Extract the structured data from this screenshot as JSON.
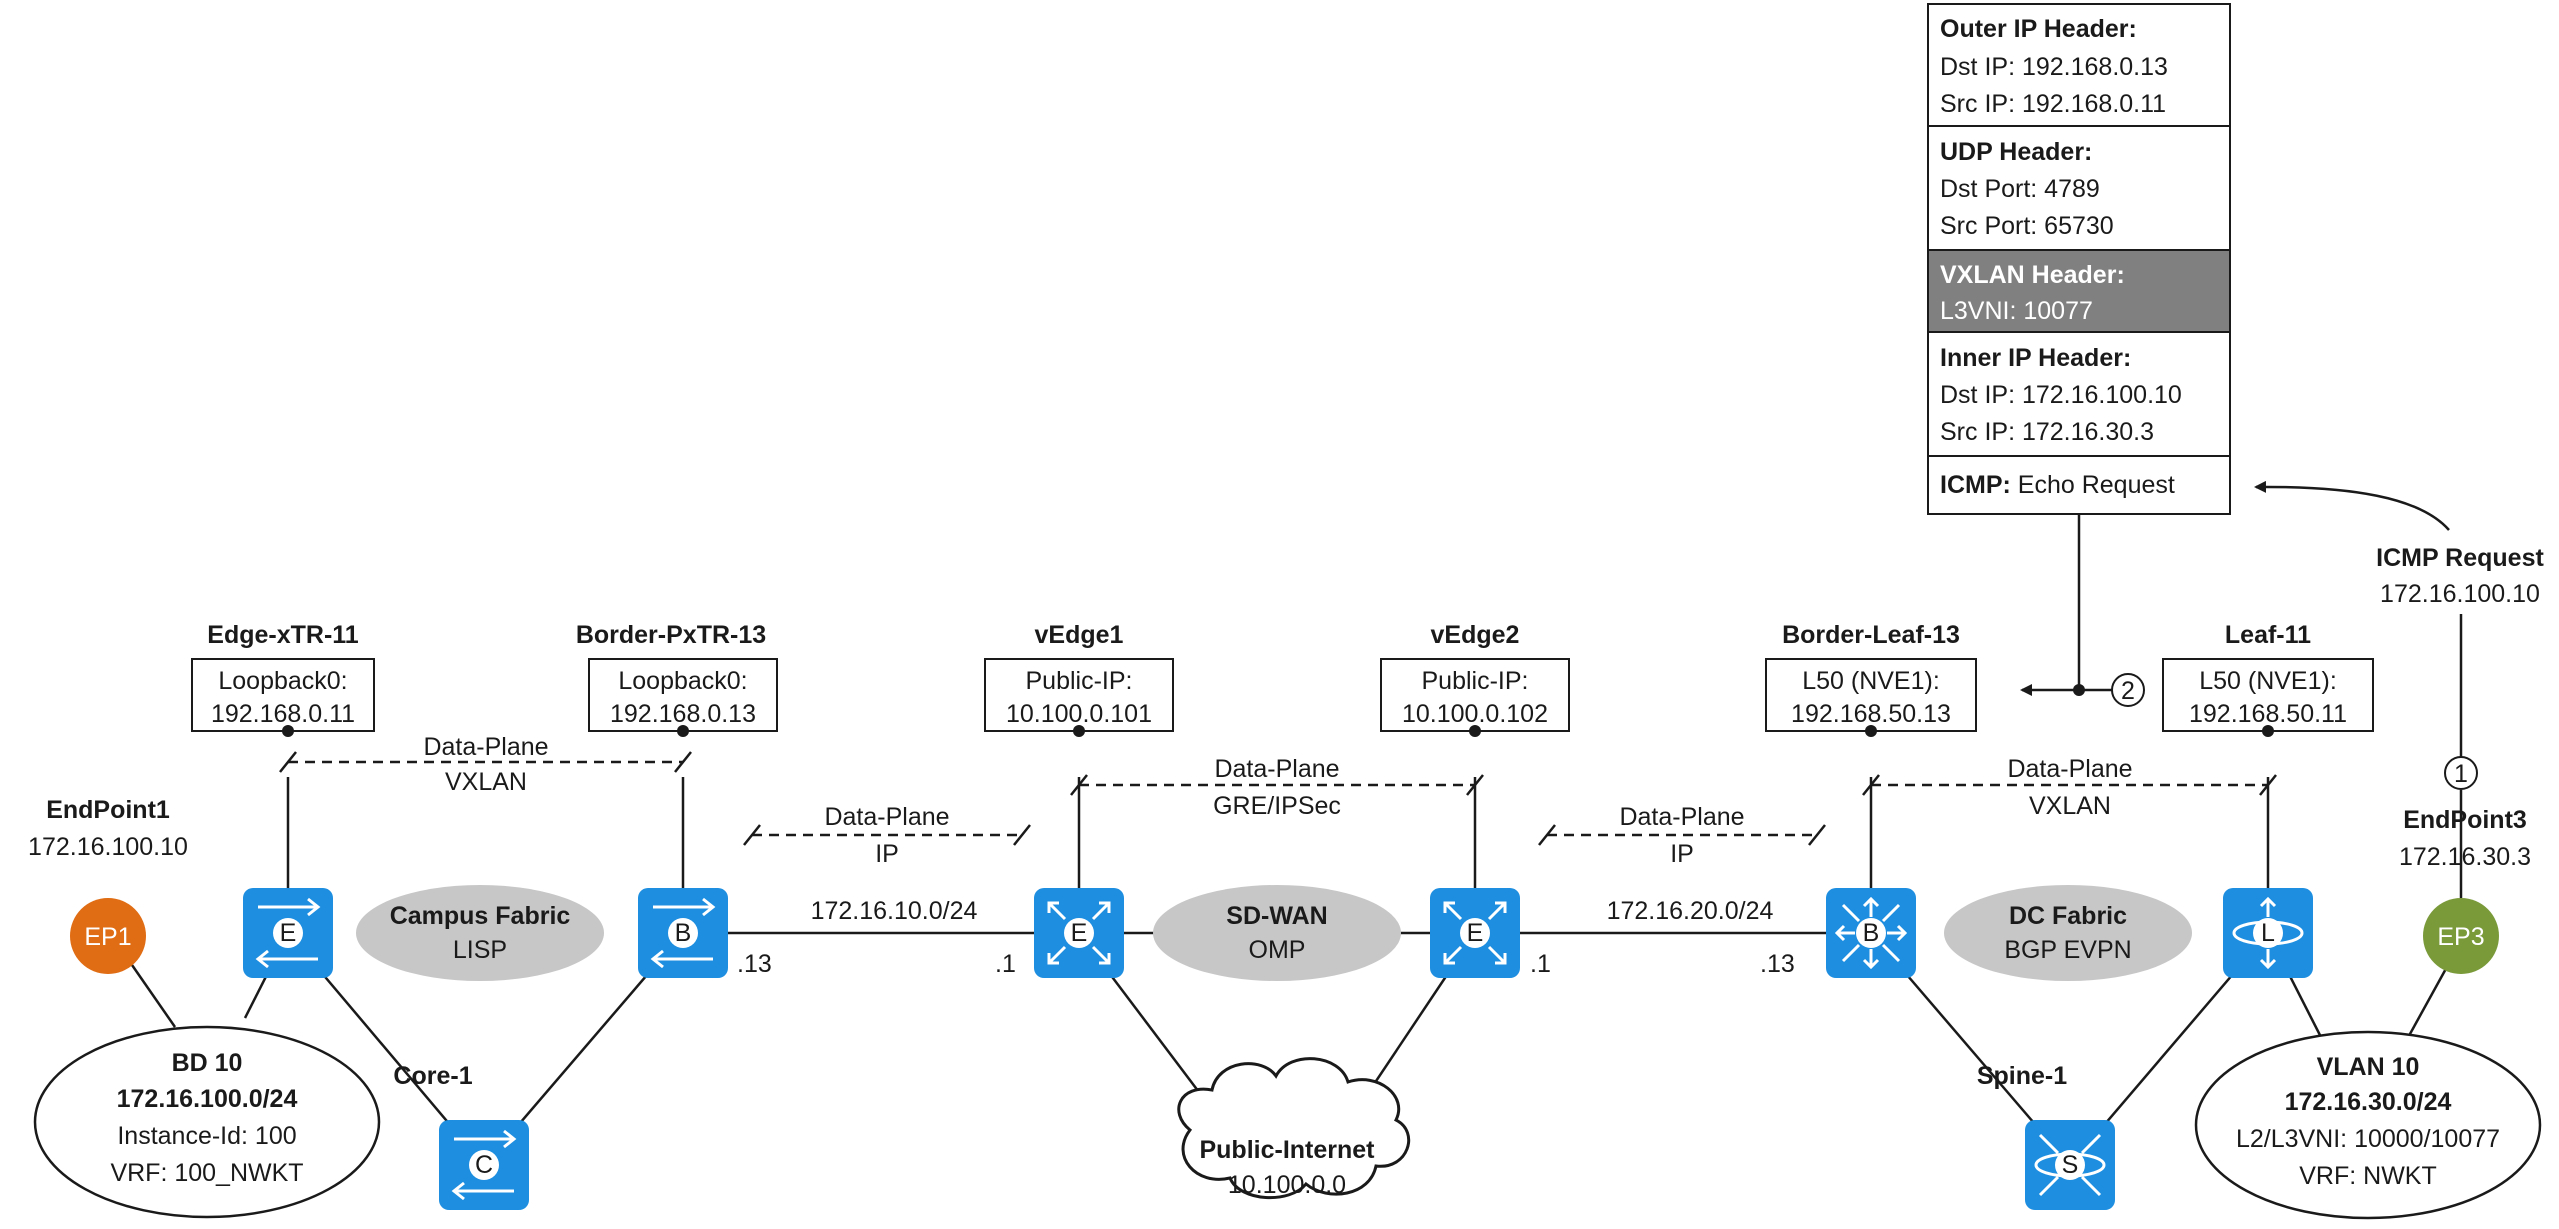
{
  "colors": {
    "device": "#1d8ee0",
    "fabric": "#c7c7c7",
    "vxlan_header": "#808080",
    "ep1": "#e06c13",
    "ep3": "#7a9a3a"
  },
  "devices": {
    "edge_xtr": {
      "name": "Edge-xTR-11",
      "box": [
        "Loopback0:",
        "192.168.0.11"
      ],
      "letter": "E"
    },
    "border_pxtr": {
      "name": "Border-PxTR-13",
      "box": [
        "Loopback0:",
        "192.168.0.13"
      ],
      "letter": "B"
    },
    "vedge1": {
      "name": "vEdge1",
      "box": [
        "Public-IP:",
        "10.100.0.101"
      ],
      "letter": "E"
    },
    "vedge2": {
      "name": "vEdge2",
      "box": [
        "Public-IP:",
        "10.100.0.102"
      ],
      "letter": "E"
    },
    "border_leaf": {
      "name": "Border-Leaf-13",
      "box": [
        "L50 (NVE1):",
        "192.168.50.13"
      ],
      "letter": "B"
    },
    "leaf11": {
      "name": "Leaf-11",
      "box": [
        "L50 (NVE1):",
        "192.168.50.11"
      ],
      "letter": "L"
    },
    "core1": {
      "name": "Core-1",
      "letter": "C"
    },
    "spine1": {
      "name": "Spine-1",
      "letter": "S"
    }
  },
  "data_planes": {
    "campus": [
      "Data-Plane",
      "VXLAN"
    ],
    "ip_left": [
      "Data-Plane",
      "IP"
    ],
    "sdwan": [
      "Data-Plane",
      "GRE/IPSec"
    ],
    "ip_right": [
      "Data-Plane",
      "IP"
    ],
    "dc": [
      "Data-Plane",
      "VXLAN"
    ]
  },
  "fabrics": {
    "campus": {
      "title": "Campus Fabric",
      "sub": "LISP"
    },
    "sdwan": {
      "title": "SD-WAN",
      "sub": "OMP"
    },
    "dc": {
      "title": "DC Fabric",
      "sub": "BGP EVPN"
    }
  },
  "links": {
    "net_left": "172.16.10.0/24",
    "left_a": ".13",
    "left_b": ".1",
    "net_right": "172.16.20.0/24",
    "right_a": ".1",
    "right_b": ".13"
  },
  "endpoints": {
    "ep1": {
      "name": "EndPoint1",
      "ip": "172.16.100.10",
      "label": "EP1"
    },
    "ep3": {
      "name": "EndPoint3",
      "ip": "172.16.30.3",
      "label": "EP3"
    }
  },
  "bd10": {
    "title": "BD 10",
    "subnet": "172.16.100.0/24",
    "line1": "Instance-Id: 100",
    "line2": "VRF: 100_NWKT"
  },
  "vlan10": {
    "title": "VLAN 10",
    "subnet": "172.16.30.0/24",
    "line1": "L2/L3VNI: 10000/10077",
    "line2": "VRF: NWKT"
  },
  "internet": {
    "name": "Public-Internet",
    "ip": "10.100.0.0"
  },
  "icmp_request": {
    "title": "ICMP Request",
    "ip": "172.16.100.10"
  },
  "steps": [
    "1",
    "2"
  ],
  "packet": {
    "outer_title": "Outer IP Header:",
    "outer_dst": "Dst IP: 192.168.0.13",
    "outer_src": "Src IP: 192.168.0.11",
    "udp_title": "UDP Header:",
    "udp_dst": "Dst Port: 4789",
    "udp_src": "Src Port: 65730",
    "vxlan_title": "VXLAN Header:",
    "vxlan_vni": "L3VNI: 10077",
    "inner_title": "Inner IP Header:",
    "inner_dst": "Dst IP: 172.16.100.10",
    "inner_src": "Src IP: 172.16.30.3",
    "icmp_key": "ICMP:",
    "icmp_val": " Echo Request"
  }
}
